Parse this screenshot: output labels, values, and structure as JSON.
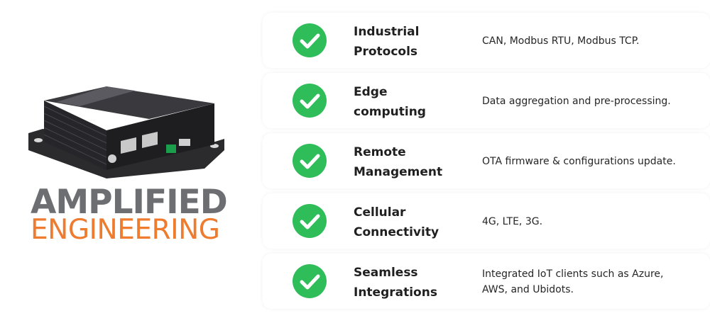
{
  "logo": {
    "line1": "AMPLIFIED",
    "line2": "ENGINEERING"
  },
  "colors": {
    "check": "#2ebd59",
    "logo_gray": "#6d6e71",
    "logo_orange": "#ef7b2e"
  },
  "features": [
    {
      "title1": "Industrial",
      "title2": "Protocols",
      "desc1": "CAN, Modbus RTU, Modbus TCP.",
      "desc2": "",
      "icon": "check-circle-icon"
    },
    {
      "title1": "Edge",
      "title2": "computing",
      "desc1": "Data aggregation and pre-processing.",
      "desc2": "",
      "icon": "check-circle-icon"
    },
    {
      "title1": "Remote",
      "title2": "Management",
      "desc1": "OTA firmware & configurations update.",
      "desc2": "",
      "icon": "check-circle-icon"
    },
    {
      "title1": "Cellular",
      "title2": "Connectivity",
      "desc1": "4G, LTE, 3G.",
      "desc2": "",
      "icon": "check-circle-icon"
    },
    {
      "title1": "Seamless",
      "title2": "Integrations",
      "desc1": "Integrated IoT clients such as Azure,",
      "desc2": "AWS, and Ubidots.",
      "icon": "check-circle-icon"
    }
  ]
}
